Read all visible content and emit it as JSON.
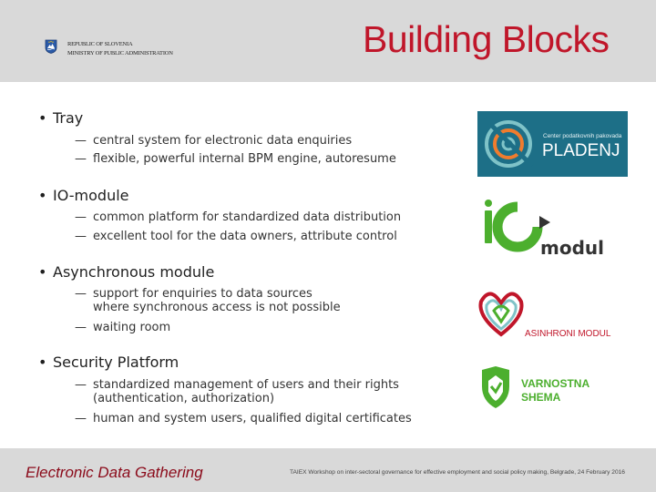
{
  "header": {
    "ministry_line1": "REPUBLIC OF SLOVENIA",
    "ministry_line2": "MINISTRY OF PUBLIC ADMINISTRATION",
    "title": "Building Blocks"
  },
  "bullets": [
    {
      "title": "Tray",
      "subs": [
        {
          "line1": "central system for electronic data enquiries"
        },
        {
          "line1": "flexible, powerful internal BPM engine, autoresume"
        }
      ]
    },
    {
      "title": "IO-module",
      "subs": [
        {
          "line1": "common platform for standardized data distribution"
        },
        {
          "line1": "excellent tool for the data owners, attribute control"
        }
      ]
    },
    {
      "title": "Asynchronous module",
      "subs": [
        {
          "line1": "support for enquiries to data sources",
          "line2": "where synchronous access is not possible"
        },
        {
          "line1": "waiting room"
        }
      ]
    },
    {
      "title": "Security Platform",
      "subs": [
        {
          "line1": "standardized management of users and their rights",
          "line2": "(authentication, authorization)"
        },
        {
          "line1": "human and system users, qualified digital certificates"
        }
      ]
    }
  ],
  "logos": {
    "pladenj": {
      "small": "Center podatkovnih pakovada",
      "big": "PLADENJ",
      "bg": "#1d6f87"
    },
    "io": {
      "word": "modul",
      "color": "#333333",
      "green": "#4caf2e"
    },
    "asinhroni": {
      "label": "ASINHRONI MODUL",
      "color": "#c0162a"
    },
    "varnostna": {
      "line1": "VARNOSTNA",
      "line2": "SHEMA",
      "color": "#4caf2e"
    }
  },
  "footer": {
    "left": "Electronic Data Gathering",
    "right": "TAIEX Workshop on inter-sectoral governance for effective employment and social policy making, Belgrade, 24 February 2016"
  }
}
